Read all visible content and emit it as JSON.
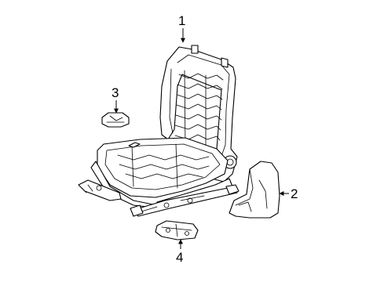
{
  "diagram": {
    "callouts": [
      {
        "id": "1",
        "label": "1"
      },
      {
        "id": "2",
        "label": "2"
      },
      {
        "id": "3",
        "label": "3"
      },
      {
        "id": "4",
        "label": "4"
      }
    ],
    "parts": [
      {
        "callout": "1",
        "name": "seat-frame-assembly-icon"
      },
      {
        "callout": "2",
        "name": "side-cover-icon"
      },
      {
        "callout": "3",
        "name": "clip-icon"
      },
      {
        "callout": "4",
        "name": "mounting-bracket-icon"
      }
    ],
    "colors": {
      "line": "#000000",
      "background": "#ffffff"
    }
  }
}
